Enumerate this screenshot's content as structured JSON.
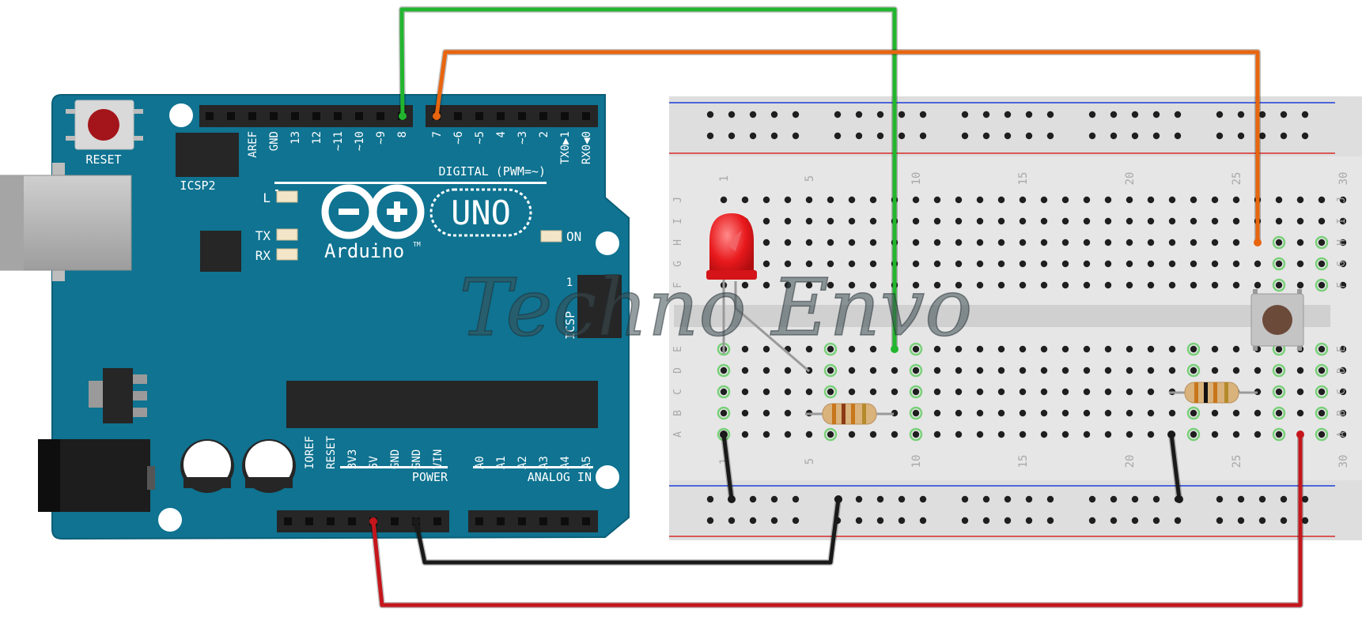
{
  "arduino": {
    "reset_label": "RESET",
    "icsp2_label": "ICSP2",
    "icsp_label": "ICSP",
    "icsp_pin1": "1",
    "l_label": "L",
    "tx_label": "TX",
    "rx_label": "RX",
    "on_label": "ON",
    "uno_label": "UNO",
    "brand_label": "Arduino",
    "tm_label": "TM",
    "digital_label": "DIGITAL (PWM=~)",
    "power_label": "POWER",
    "analog_label": "ANALOG IN",
    "top_pins_left": [
      "AREF",
      "GND",
      "13",
      "12",
      "~11",
      "~10",
      "~9",
      "8"
    ],
    "top_pins_right": [
      "7",
      "~6",
      "~5",
      "4",
      "~3",
      "2",
      "TX0▶1",
      "RX0◀0"
    ],
    "power_pins": [
      "IOREF",
      "RESET",
      "3V3",
      "5V",
      "GND",
      "GND",
      "VIN"
    ],
    "analog_pins": [
      "A0",
      "A1",
      "A2",
      "A3",
      "A4",
      "A5"
    ]
  },
  "breadboard": {
    "column_numbers": [
      "1",
      "5",
      "10",
      "15",
      "20",
      "25",
      "30"
    ],
    "row_letters_top": [
      "J",
      "I",
      "H",
      "G",
      "F"
    ],
    "row_letters_bottom": [
      "E",
      "D",
      "C",
      "B",
      "A"
    ]
  },
  "components": [
    {
      "name": "led",
      "color": "#e8191c"
    },
    {
      "name": "resistor"
    },
    {
      "name": "resistor"
    },
    {
      "name": "pushbutton"
    }
  ],
  "wires": [
    {
      "name": "pin-8-wire",
      "color": "#22b52e"
    },
    {
      "name": "pin-7-wire",
      "color": "#e8650f"
    },
    {
      "name": "gnd-wire",
      "color": "#1a1a1a"
    },
    {
      "name": "5v-wire",
      "color": "#c4161c"
    }
  ],
  "watermark": "Techno Envo",
  "colors": {
    "board": "#0f7391",
    "board_dark": "#0b5f78",
    "header": "#262626",
    "breadboard": "#e6e6e6",
    "rail_blue": "#1f3fd8",
    "rail_red": "#d62a2a"
  }
}
